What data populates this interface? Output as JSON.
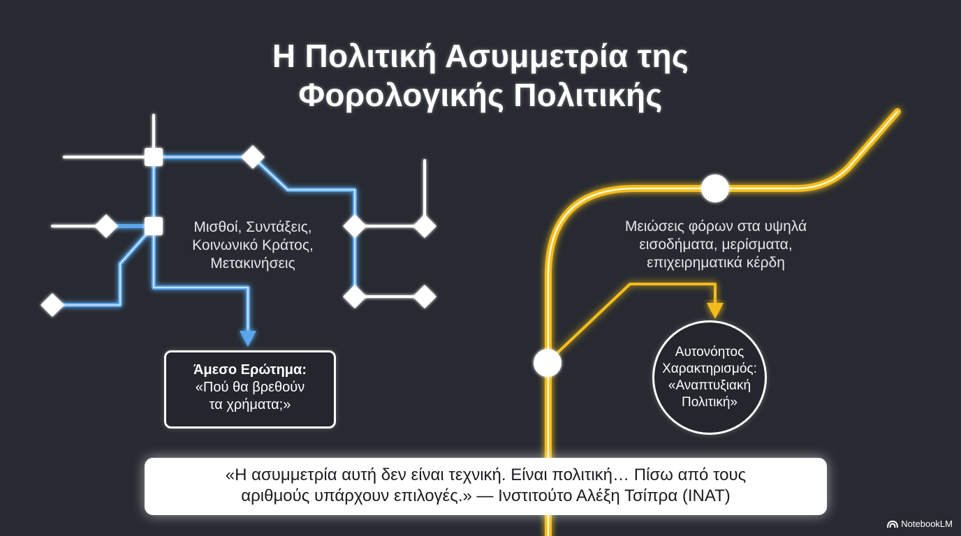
{
  "title": {
    "line1": "Η Πολιτική Ασυμμετρία της",
    "line2": "Φορολογικής Πολιτικής"
  },
  "left": {
    "label": [
      "Μισθοί, Συντάξεις,",
      "Κοινωνικό Κράτος,",
      "Μετακινήσεις"
    ],
    "question": {
      "heading": "Άμεσο Ερώτημα:",
      "line1": "«Πού θα βρεθούν",
      "line2": "τα χρήματα;»"
    }
  },
  "right": {
    "label": [
      "Μειώσεις φόρων στα υψηλά",
      "εισοδήματα, μερίσματα,",
      "επιχειρηματικά κέρδη"
    ],
    "characterization": [
      "Αυτονόητος",
      "Χαρακτηρισμός:",
      "«Αναπτυξιακή",
      "Πολιτική»"
    ]
  },
  "quote": {
    "line1": "«Η ασυμμετρία αυτή δεν είναι τεχνική. Είναι πολιτική… Πίσω από τους",
    "line2": "αριθμούς υπάρχουν επιλογές.» — Ινστιτούτο Αλέξη Τσίπρα (ΙΝΑΤ)"
  },
  "watermark": {
    "text": "NotebookLM",
    "icon": "notebooklm-logo-icon"
  },
  "colors": {
    "background": "#272a31",
    "blue_line": "#5aa6ec",
    "yellow_line": "#f2bd1d",
    "node": "#ffffff"
  }
}
